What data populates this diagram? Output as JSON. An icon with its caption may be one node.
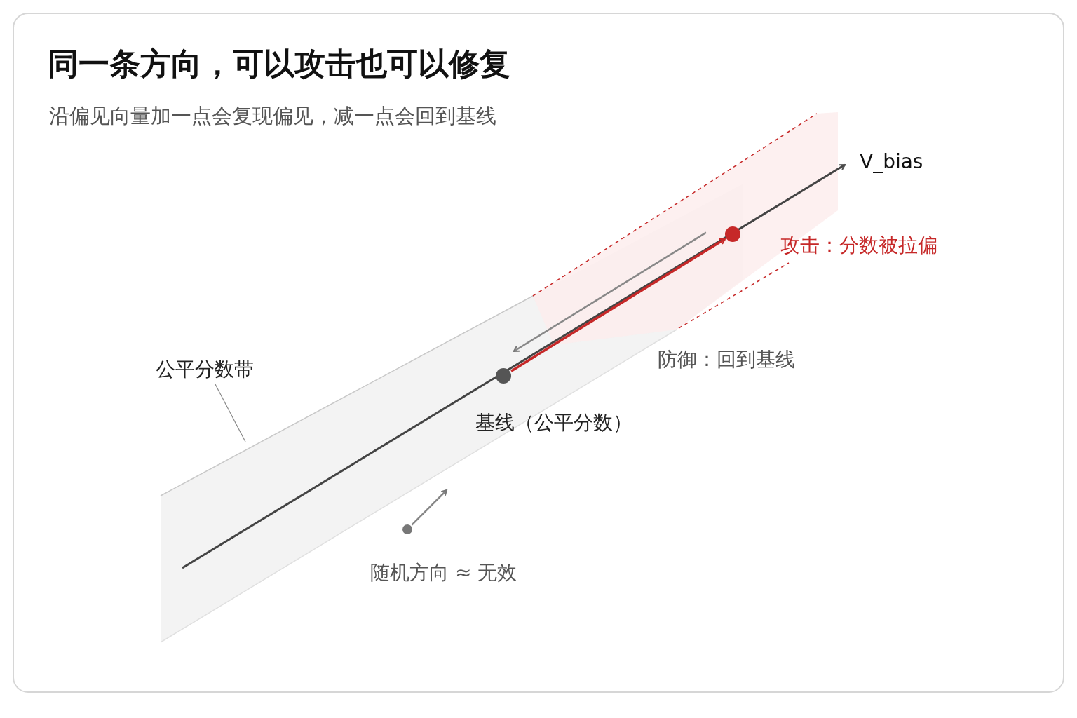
{
  "diagram": {
    "title": "同一条方向，可以攻击也可以修复",
    "caption": "沿偏见向量加一点会复现偏见，减一点会回到基线",
    "nodes": [
      {
        "text": [],
        "shape": "circle",
        "beside": [
          "基线（公平分数）"
        ]
      },
      {
        "text": [],
        "shape": "circle",
        "beside": [
          "攻击：分数被拉偏"
        ]
      },
      {
        "text": [],
        "shape": "circle",
        "beside": [
          "随机方向 ≈ 无效"
        ]
      },
      {
        "text": [
          "公平分数带"
        ]
      }
    ],
    "edges": [
      {
        "from": 0,
        "to": 1,
        "arrow": "to",
        "color": "#c62828"
      },
      {
        "from": 1,
        "to": 0,
        "arrow": "to",
        "label": "防御：回到基线"
      },
      {
        "from": 2,
        "to": null,
        "arrow": "to"
      },
      {
        "from": 3,
        "to": null,
        "arrow": "none"
      }
    ],
    "labels": [
      "V_bias"
    ]
  }
}
